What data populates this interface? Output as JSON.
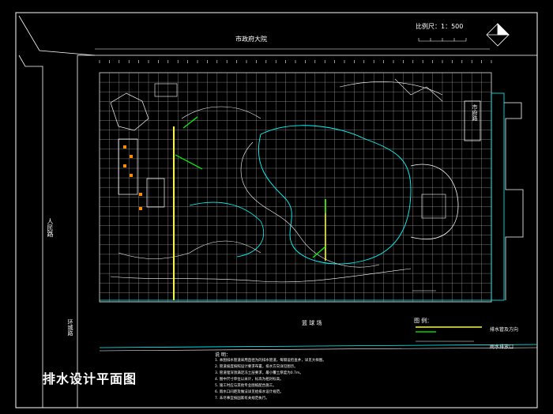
{
  "title": "排水设计平面图",
  "road_top": "市政府大院",
  "scale_text": "比例尺：1：500",
  "road_left": "人民路",
  "road_left2": "环城路",
  "right_box_label": "市府路",
  "legend": {
    "title": "图 例：",
    "items": [
      "排水管及方向",
      "雨水排放口"
    ]
  },
  "notes": {
    "title": "说 明：",
    "lines": [
      "1. 本图排水管道采用直径为的排水管道，每隔设检查井，详见大样图。",
      "2. 管道坡度按照设计要求布置，排水方向详见图示。",
      "3. 管道埋深须满足冻土层要求，最小覆土厚度为0.7m。",
      "4. 图中尺寸单位以米计，标高为相对标高。",
      "5. 施工时应与其他专业图纸配合施工。",
      "6. 雨水口间距及做法详见给排水设计规范。",
      "7. 未尽事宜按国家有关规范执行。"
    ]
  },
  "bottom_text": "篮 球 场",
  "colors": {
    "background": "#000000",
    "lines": "#ffffff",
    "drain_main": "#ffff00",
    "drain_branch": "#00ff00",
    "water": "#00ffff"
  }
}
